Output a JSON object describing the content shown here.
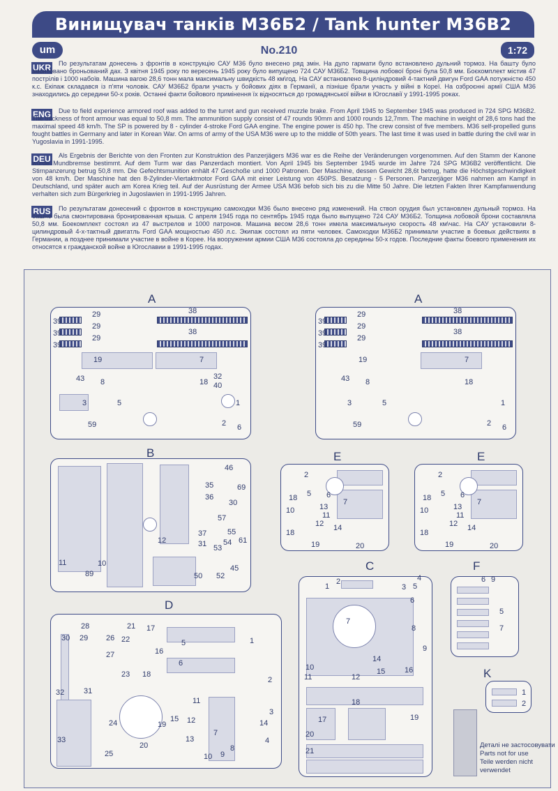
{
  "header": {
    "title": "Винищувач танків М36Б2 / Tank hunter M36B2",
    "logo": "um",
    "kit_number": "No.210",
    "scale": "1:72"
  },
  "languages": [
    {
      "code": "UKR",
      "text": "По результатам донесень з фронтів в конструкцію САУ М36 було внесено ряд змін. На дуло гармати було встановлено дульний тормоз. На башту було змонтовано броньований дах. З квітня 1945 року по вересень 1945 року було випущено 724 САУ М36Б2. Товщина лобової броні була 50,8 мм. Боєкомплект містив 47 пострілів і 1000 набоїв. Машина вагою 28,6 тонн мала максимальну швидкість 48 км\\год. На САУ встановлено 8-циліндровий 4-тактний двигун Ford GAA потужністю 450 к.с. Екіпаж складався із п'яти чоловік. САУ М36Б2 брали участь у бойових діях в Германії, а пізніше брали участь у війні в Кореї. На озброєнні армії США М36 знаходились до середини 50-х років. Останні факти бойового примінення їх відносяться до громадянської війни в Югославії у 1991-1995 роках."
    },
    {
      "code": "ENG",
      "text": "Due to field experience armored roof was added to the turret and gun received muzzle brake. From April 1945 to September 1945 was produced in 724 SPG M36B2. The thickness of front armour was equal to 50,8 mm. The ammunition supply consist of 47 rounds 90mm and 1000 rounds 12,7mm. The machine in weight of 28,6 tons had the maximal speed 48 km/h. The SP is powered by 8 - cylinder 4-stroke Ford GAA engine. The engine power is 450 hp. The crew consist of five members. M36 self-propelled guns fought battles in Germany and later in Korean War. On arms of army of the USA M36 were up to the middle of 50th years. The last time it was used in battle during the civil war in Yugoslavia in 1991-1995."
    },
    {
      "code": "DEU",
      "text": "Als Ergebnis der Berichte von den Fronten zur Konstruktion des Panzerjägers M36 war es die Reihe der Veränderungen vorgenommen. Auf den Stamm der Kanone würde Mundbremse bestimmt. Auf dem Turm war das Panzerdach montiert. Von April 1945 bis September 1945 wurde im Jahre 724 SPG M36B2 veröffentlicht. Die Stirnpanzerung betrug 50,8 mm. Die Gefechtsmunition enhält 47 Geschoße und 1000 Patronen. Der Maschine, dessen Gewicht 28,6t betrug, hatte die Höchstgeschwindigkeit von 48 km/h. Der Maschine hat den 8-Zylinder-Viertaktmotor Ford GAA mit einer Leistung von 450PS. Besatzung - 5 Personen. Panzerjäger M36 nahmen am Kampf in Deutschland, und später auch am Korea Krieg teil. Auf der Ausrüstung der Armee USA M36 befob sich bis zu die Mitte 50 Jahre. Die letzten Fakten Ihrer Kampfanwendung verhalten sich zum Bürgerkrieg in Jugoslawien in 1991-1995 Jahren."
    },
    {
      "code": "RUS",
      "text": "По результатам донесений с фронтов в конструкцию самоходки М36 было внесено ряд изменений. На ствол орудия был установлен дульный тормоз. На башне была смонтирована бронированная крыша. С апреля 1945 года по сентябрь 1945 года было выпущено 724 САУ М36Б2. Толщина лобовой брони составляла 50,8 мм. Боекомплект состоял из 47 выстрелов и 1000 патронов. Машина весом 28,6 тонн имела максимальную скорость 48 км\\час. На САУ установили 8-цилиндровый 4-х-тактный двигатль Ford GAA мощностью 450 л.с. Экипаж состоял из пяти человек. Самоходки М36Б2 принимали участие в боевых действиях в Германии, а позднее принимали участие в войне в Корее. На вооружении армии США М36 состояла до середины 50-х годов. Последние факты боевого применения их относятся к гражданской войне в Югославии в 1991-1995 годах."
    }
  ],
  "sprues": {
    "A1": {
      "label": "A",
      "nums": [
        "39",
        "39",
        "39",
        "29",
        "29",
        "29",
        "38",
        "38",
        "19",
        "7",
        "8",
        "43",
        "18",
        "32",
        "40",
        "3",
        "5",
        "1",
        "2",
        "59",
        "6"
      ]
    },
    "A2": {
      "label": "A",
      "nums": [
        "39",
        "39",
        "39",
        "29",
        "29",
        "29",
        "38",
        "38",
        "19",
        "7",
        "8",
        "43",
        "18",
        "3",
        "5",
        "1",
        "2",
        "59",
        "6"
      ]
    },
    "B": {
      "label": "B",
      "nums": [
        "46",
        "69",
        "35",
        "36",
        "30",
        "57",
        "37",
        "31",
        "54",
        "61",
        "55",
        "12",
        "53",
        "11",
        "10",
        "89",
        "50",
        "52",
        "45"
      ]
    },
    "E1": {
      "label": "E",
      "nums": [
        "2",
        "18",
        "5",
        "6",
        "10",
        "13",
        "7",
        "11",
        "12",
        "18",
        "14",
        "19",
        "20"
      ]
    },
    "E2": {
      "label": "E",
      "nums": [
        "2",
        "18",
        "5",
        "6",
        "10",
        "13",
        "7",
        "11",
        "12",
        "18",
        "14",
        "19",
        "20"
      ]
    },
    "C": {
      "label": "C",
      "nums": [
        "1",
        "2",
        "3",
        "4",
        "5",
        "6",
        "7",
        "8",
        "9",
        "10",
        "11",
        "12",
        "14",
        "15",
        "16",
        "17",
        "18",
        "19",
        "20",
        "21"
      ]
    },
    "D": {
      "label": "D",
      "nums": [
        "28",
        "26",
        "30",
        "29",
        "22",
        "27",
        "23",
        "21",
        "17",
        "5",
        "16",
        "18",
        "6",
        "1",
        "2",
        "3",
        "32",
        "31",
        "24",
        "11",
        "15",
        "12",
        "13",
        "7",
        "19",
        "4",
        "10",
        "9",
        "8",
        "33",
        "25",
        "20",
        "14"
      ]
    },
    "F": {
      "label": "F",
      "nums": [
        "6",
        "9",
        "5",
        "7"
      ]
    },
    "K": {
      "label": "K",
      "nums": [
        "1",
        "2"
      ]
    }
  },
  "legend": {
    "ukr": "Деталі не застосовувати",
    "eng": "Parts not for use",
    "deu": "Teile werden nicht verwendet"
  },
  "colors": {
    "accent": "#3d4a86",
    "paper": "#f3f1ec"
  }
}
